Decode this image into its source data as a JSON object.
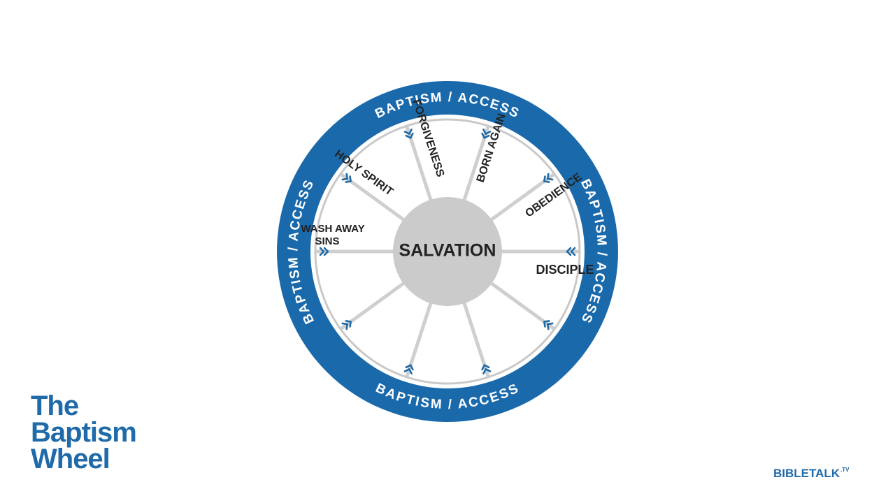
{
  "colors": {
    "ring": "#1a6aab",
    "inner_ring": "#c9c9c9",
    "spoke": "#cfcfcf",
    "hub": "#cbcbcb",
    "chevron": "#1f6aa8",
    "label": "#222222",
    "ring_text": "#ffffff"
  },
  "wheel": {
    "ring_label": "BAPTISM / ACCESS",
    "hub_label": "SALVATION",
    "spokes": [
      {
        "label": "WASH AWAY SINS",
        "line1": "WASH AWAY",
        "line2": "SINS"
      },
      {
        "label": "HOLY SPIRIT",
        "line1": "HOLY SPIRIT",
        "line2": ""
      },
      {
        "label": "FORGIVENESS",
        "line1": "FORGIVENESS",
        "line2": ""
      },
      {
        "label": "BORN AGAIN",
        "line1": "BORN AGAIN",
        "line2": ""
      },
      {
        "label": "OBEDIENCE",
        "line1": "OBEDIENCE",
        "line2": ""
      },
      {
        "label": "DISCIPLE",
        "line1": "DISCIPLE",
        "line2": ""
      },
      {
        "label": "",
        "line1": "",
        "line2": ""
      },
      {
        "label": "",
        "line1": "",
        "line2": ""
      },
      {
        "label": "",
        "line1": "",
        "line2": ""
      },
      {
        "label": "",
        "line1": "",
        "line2": ""
      }
    ]
  },
  "title": {
    "line1": "The",
    "line2": "Baptism",
    "line3": "Wheel"
  },
  "logo": {
    "text": "BIBLETALK",
    "suffix": ".TV"
  }
}
